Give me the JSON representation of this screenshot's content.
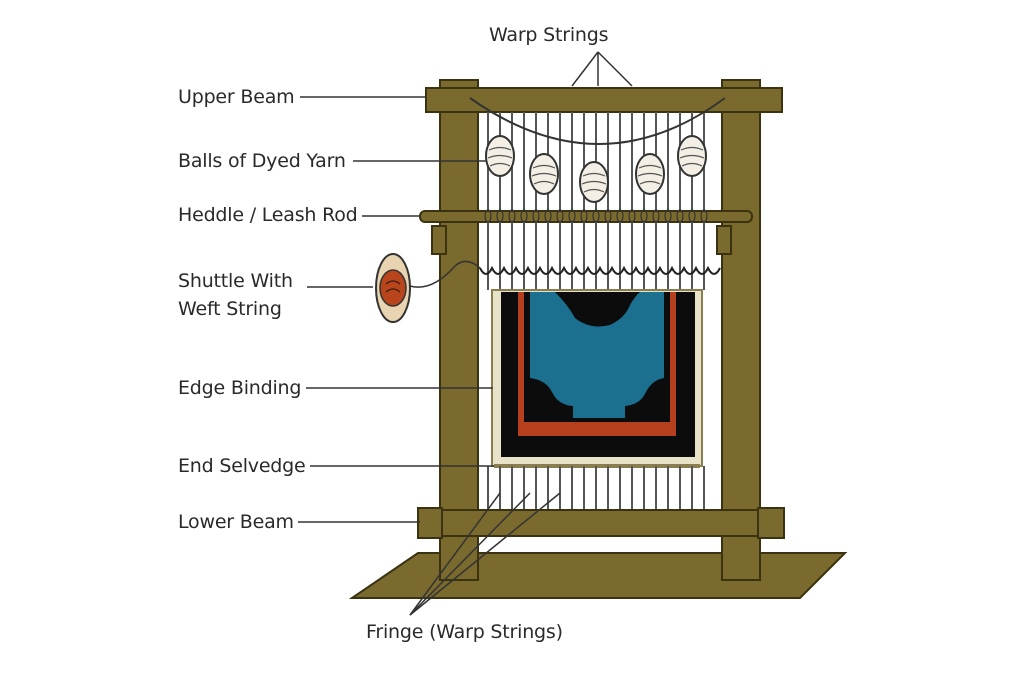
{
  "labels": {
    "warp_strings": "Warp Strings",
    "upper_beam": "Upper Beam",
    "balls_of_dyed_yarn": "Balls of Dyed Yarn",
    "heddle_leash_rod": "Heddle / Leash Rod",
    "shuttle_line1": "Shuttle With",
    "shuttle_line2": "Weft String",
    "edge_binding": "Edge Binding",
    "end_selvedge": "End Selvedge",
    "lower_beam": "Lower Beam",
    "fringe": "Fringe (Warp Strings)"
  },
  "colors": {
    "wood": "#7a6a2e",
    "wood_dark": "#4a3f15",
    "rug_blue": "#1b6f8f",
    "rug_black": "#0c0c0c",
    "rug_red": "#b5401e",
    "rug_cream": "#e8e2c8",
    "shuttle": "#b8451c"
  }
}
